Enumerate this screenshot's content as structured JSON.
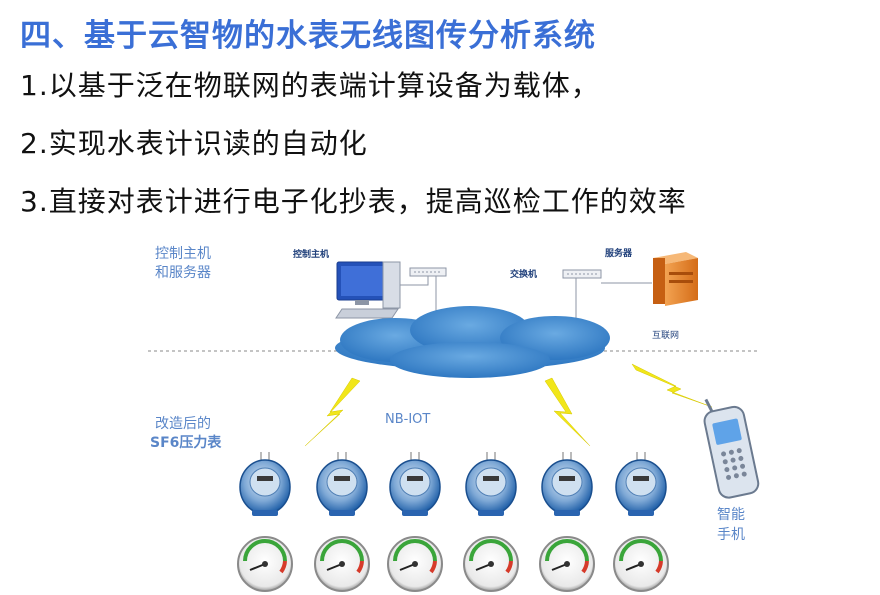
{
  "title": "四、基于云智物的水表无线图传分析系统",
  "bullets": [
    "1.以基于泛在物联网的表端计算设备为载体，",
    "2.实现水表计识读的自动化",
    "3.直接对表计进行电子化抄表，提高巡检工作的效率"
  ],
  "diagram": {
    "section_top_line1": "控制主机",
    "section_top_line2": "和服务器",
    "host_label": "控制主机",
    "server_label": "服务器",
    "switch_label": "交换机",
    "internet_label": "互联网",
    "protocol_label": "NB-IOT",
    "section_bottom_line1": "改造后的",
    "section_bottom_line2": "SF6压力表",
    "phone_line1": "智能",
    "phone_line2": "手机",
    "colors": {
      "title": "#3a6fd6",
      "label": "#5a86c8",
      "cloud": "#3f86cc",
      "lightning": "#f1e61a",
      "server": "#e8852b"
    }
  }
}
